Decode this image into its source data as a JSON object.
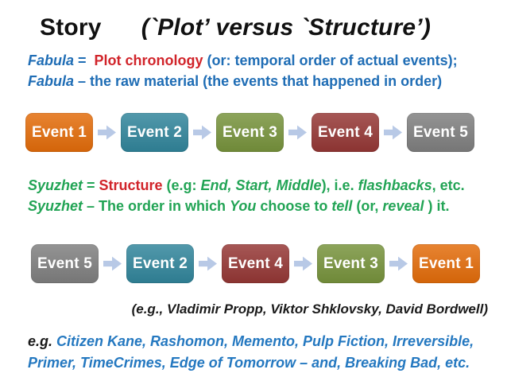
{
  "title": {
    "word": "Story",
    "parenthetical": "(`Plot’ versus `Structure’)"
  },
  "colors": {
    "arrow": "#B8C9E6",
    "fabula_blue": "#1F6DB5",
    "emphasis_red": "#D1242A",
    "syuzhet_green": "#22A455",
    "examples_blue": "#2478C0",
    "box_orange": "#E36C0A",
    "box_teal": "#31859B",
    "box_olive": "#77933C",
    "box_darkred": "#953735",
    "box_gray": "#7F7F7F"
  },
  "fabula": {
    "line1": [
      {
        "t": "Fabula",
        "c": "blue",
        "i": true
      },
      {
        "t": " =  ",
        "c": "blue"
      },
      {
        "t": "Plot chronology ",
        "c": "red"
      },
      {
        "t": "(or: temporal order of actual events);",
        "c": "blue"
      }
    ],
    "line2": [
      {
        "t": "Fabula",
        "c": "blue",
        "i": true
      },
      {
        "t": " – the raw material (the events that happened in order)",
        "c": "blue"
      }
    ]
  },
  "rows": {
    "fabula": {
      "items": [
        {
          "label": "Event 1",
          "color": "#E36C0A"
        },
        {
          "label": "Event 2",
          "color": "#31859B"
        },
        {
          "label": "Event 3",
          "color": "#77933C"
        },
        {
          "label": "Event 4",
          "color": "#953735"
        },
        {
          "label": "Event 5",
          "color": "#7F7F7F"
        }
      ]
    },
    "syuzhet": {
      "items": [
        {
          "label": "Event 5",
          "color": "#7F7F7F"
        },
        {
          "label": "Event 2",
          "color": "#31859B"
        },
        {
          "label": "Event 4",
          "color": "#953735"
        },
        {
          "label": "Event 3",
          "color": "#77933C"
        },
        {
          "label": "Event 1",
          "color": "#E36C0A"
        }
      ]
    }
  },
  "syuzhet": {
    "line1": [
      {
        "t": "Syuzhet",
        "c": "green",
        "i": true
      },
      {
        "t": " = ",
        "c": "green"
      },
      {
        "t": "Structure",
        "c": "red"
      },
      {
        "t": " (e.g: ",
        "c": "green"
      },
      {
        "t": "End, Start, Middle",
        "c": "green",
        "i": true
      },
      {
        "t": "), i.e. ",
        "c": "green"
      },
      {
        "t": "flashbacks",
        "c": "green",
        "i": true
      },
      {
        "t": ", etc.",
        "c": "green"
      }
    ],
    "line2": [
      {
        "t": "Syuzhet",
        "c": "green",
        "i": true
      },
      {
        "t": " – The order in which ",
        "c": "green"
      },
      {
        "t": "You",
        "c": "green",
        "i": true
      },
      {
        "t": " choose to ",
        "c": "green"
      },
      {
        "t": "tell",
        "c": "green",
        "i": true
      },
      {
        "t": " (or, ",
        "c": "green"
      },
      {
        "t": "reveal",
        "c": "green",
        "i": true
      },
      {
        "t": " ) it.",
        "c": "green"
      }
    ]
  },
  "attribution": "(e.g., Vladimir Propp, Viktor Shklovsky, David Bordwell)",
  "examples": {
    "line1": [
      {
        "t": "e.g. ",
        "c": "black",
        "i": true
      },
      {
        "t": "Citizen Kane, Rashomon, Memento, Pulp Fiction, Irreversible,",
        "c": "blue2",
        "i": true
      }
    ],
    "line2": [
      {
        "t": "Primer, TimeCrimes, Edge of Tomorrow – and, Breaking Bad, etc.",
        "c": "blue2",
        "i": true
      }
    ]
  }
}
